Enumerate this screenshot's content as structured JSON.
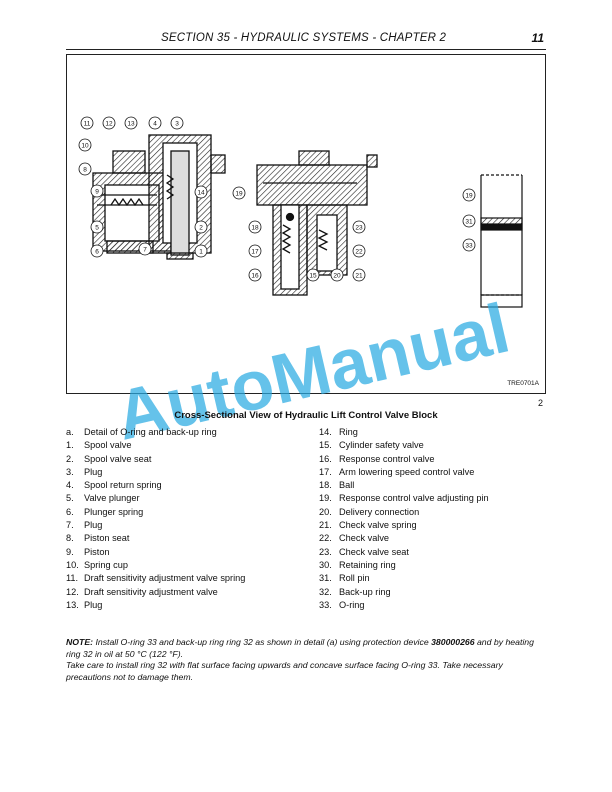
{
  "header": {
    "title": "SECTION 35 - HYDRAULIC SYSTEMS - CHAPTER 2",
    "page_number": "11"
  },
  "figure": {
    "reference_code": "TRE0701A",
    "number": "2",
    "callouts_left": [
      "11",
      "12",
      "13",
      "4",
      "3",
      "10",
      "8",
      "9",
      "14",
      "5",
      "2",
      "6",
      "7",
      "1"
    ],
    "callouts_middle": [
      "19",
      "18",
      "23",
      "22",
      "17",
      "16",
      "15",
      "20",
      "21"
    ],
    "callouts_right": [
      "19",
      "31",
      "33"
    ]
  },
  "watermark": {
    "text": "AutoManual"
  },
  "caption": "Cross-Sectional View of Hydraulic Lift Control Valve Block",
  "legend_left": [
    {
      "key": "a.",
      "text": "Detail of O-ring and back-up ring"
    },
    {
      "key": "1.",
      "text": "Spool valve"
    },
    {
      "key": "2.",
      "text": "Spool valve seat"
    },
    {
      "key": "3.",
      "text": "Plug"
    },
    {
      "key": "4.",
      "text": "Spool return spring"
    },
    {
      "key": "5.",
      "text": "Valve plunger"
    },
    {
      "key": "6.",
      "text": "Plunger spring"
    },
    {
      "key": "7.",
      "text": "Plug"
    },
    {
      "key": "8.",
      "text": "Piston seat"
    },
    {
      "key": "9.",
      "text": "Piston"
    },
    {
      "key": "10.",
      "text": "Spring cup"
    },
    {
      "key": "11.",
      "text": "Draft sensitivity adjustment valve spring"
    },
    {
      "key": "12.",
      "text": "Draft sensitivity adjustment valve"
    },
    {
      "key": "13.",
      "text": "Plug"
    }
  ],
  "legend_right": [
    {
      "key": "14.",
      "text": "Ring"
    },
    {
      "key": "15.",
      "text": "Cylinder safety valve"
    },
    {
      "key": "16.",
      "text": "Response control valve"
    },
    {
      "key": "17.",
      "text": "Arm lowering speed control valve"
    },
    {
      "key": "18.",
      "text": "Ball"
    },
    {
      "key": "19.",
      "text": "Response control valve adjusting pin"
    },
    {
      "key": "20.",
      "text": "Delivery connection"
    },
    {
      "key": "21.",
      "text": "Check valve spring"
    },
    {
      "key": "22.",
      "text": "Check valve"
    },
    {
      "key": "23.",
      "text": "Check valve seat"
    },
    {
      "key": "30.",
      "text": "Retaining ring"
    },
    {
      "key": "31.",
      "text": "Roll pin"
    },
    {
      "key": "32.",
      "text": "Back-up ring"
    },
    {
      "key": "33.",
      "text": "O-ring"
    }
  ],
  "note": {
    "label": "NOTE:",
    "text_1": " Install O-ring 33 and back-up ring ring 32 as shown in detail (a) using protection device ",
    "part_number": "380000266",
    "text_2": " and by heating ring 32 in oil at 50 °C (122 °F).",
    "text_3": "Take care to install ring 32 with flat surface facing upwards and concave surface facing O-ring 33. Take necessary precautions not to damage them."
  }
}
